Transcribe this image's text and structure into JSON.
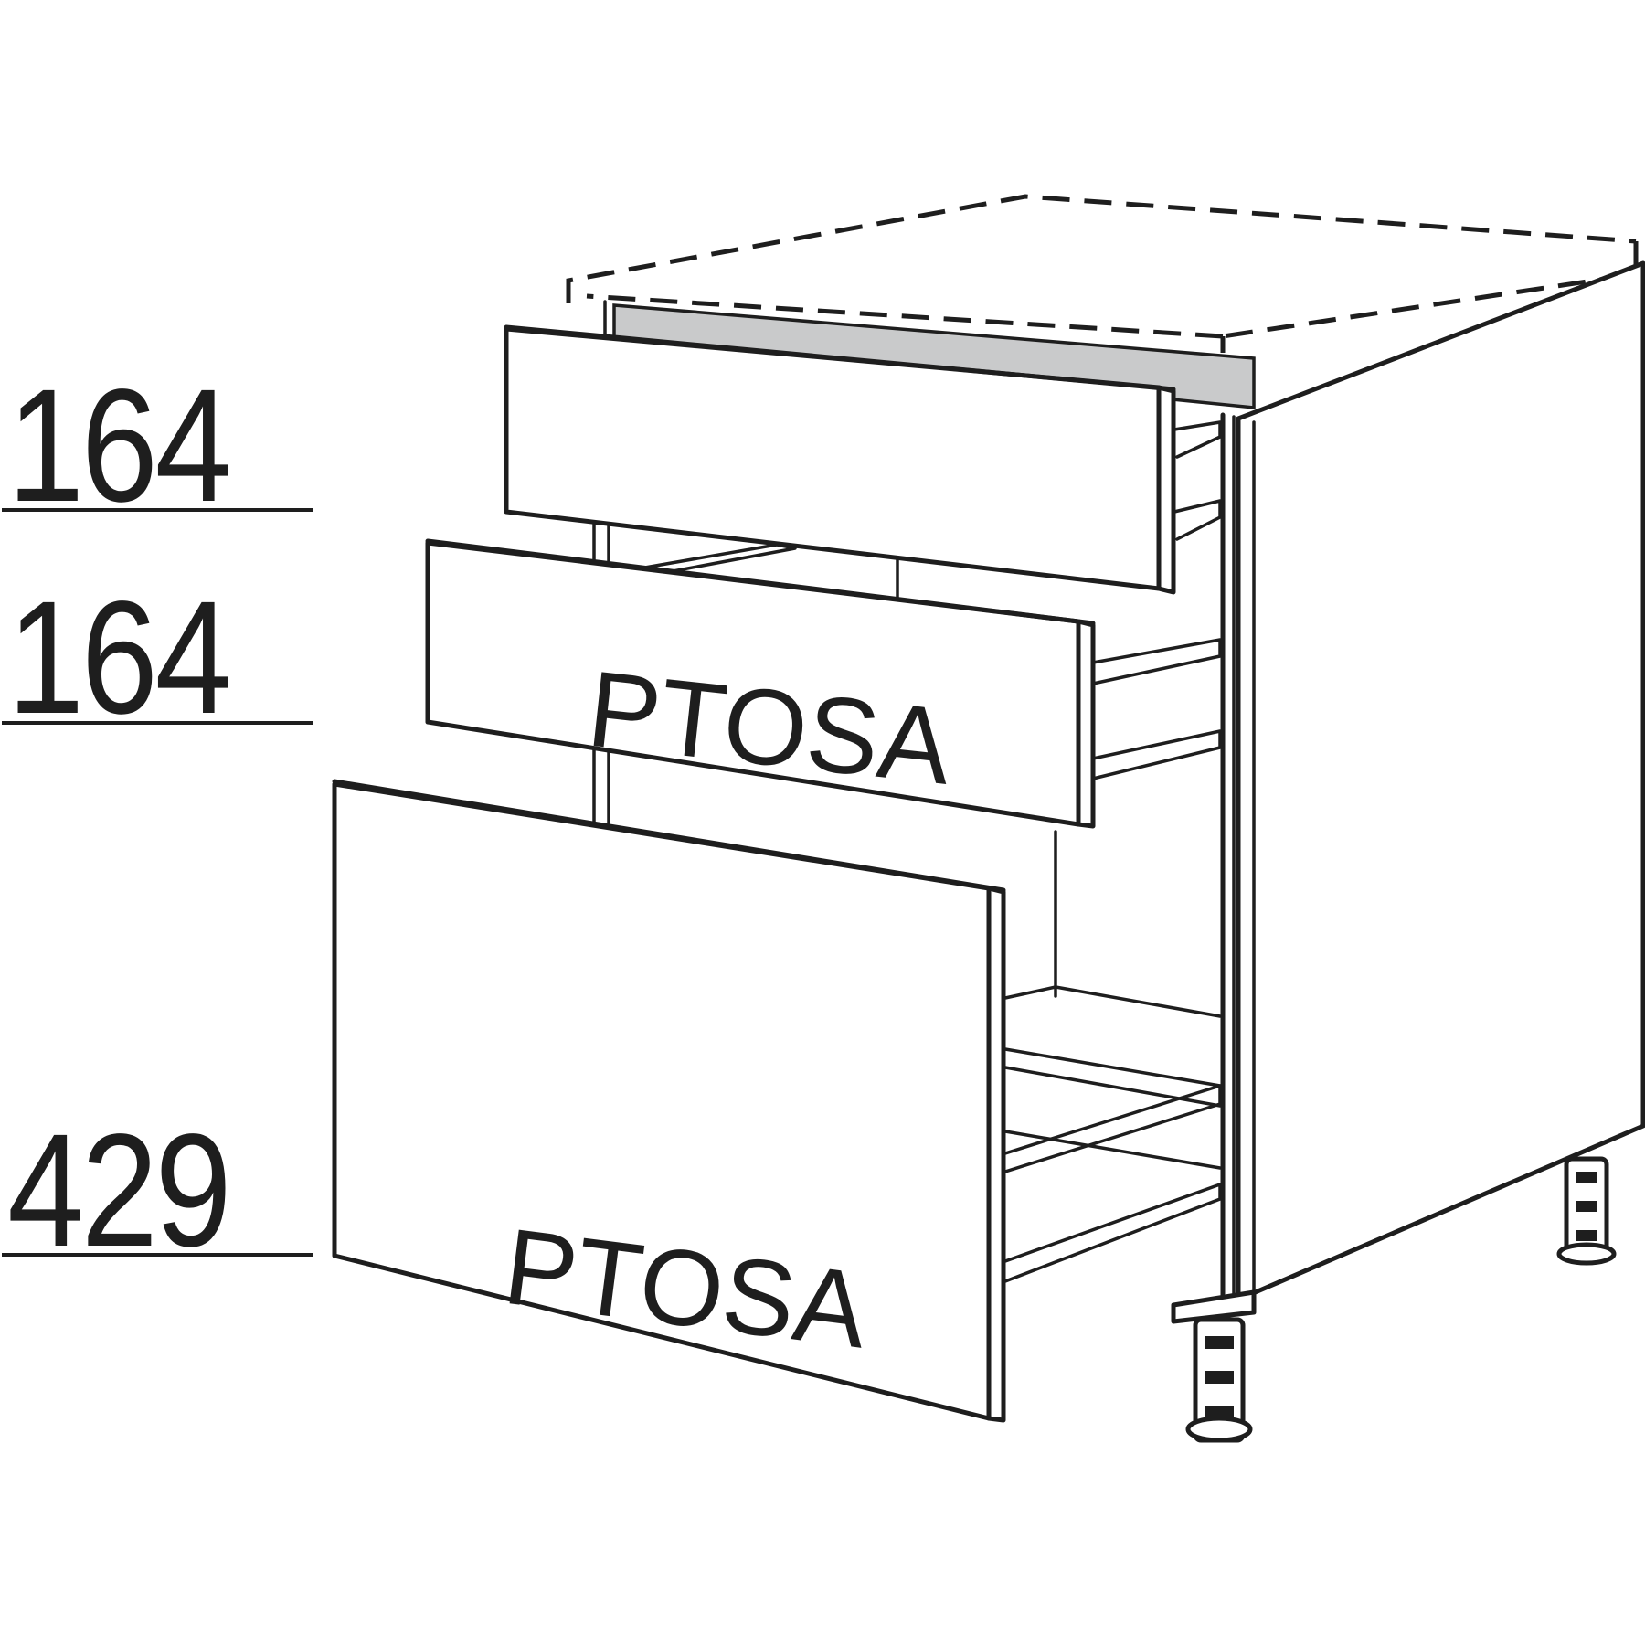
{
  "dimensions": [
    {
      "value": "164"
    },
    {
      "value": "164"
    },
    {
      "value": "429"
    }
  ],
  "drawers": {
    "middle_front_text": "PTOSA",
    "bottom_front_text": "PTOSA"
  },
  "colors": {
    "line": "#1e1e1e",
    "panel_fill": "#ffffff",
    "rail_gray": "#c9cacb"
  }
}
